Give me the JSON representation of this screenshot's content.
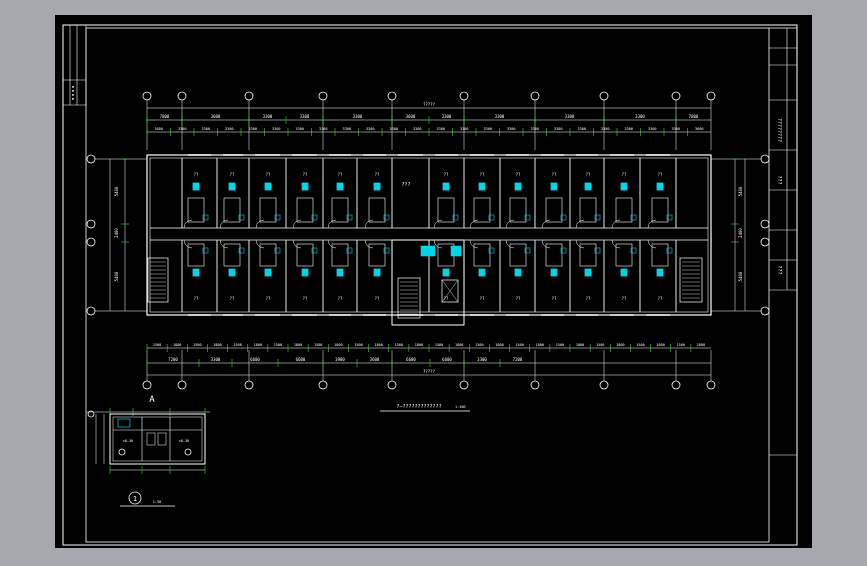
{
  "colors": {
    "background": "#a6a8ad",
    "sheet": "#000000",
    "lines": "#ffffff",
    "dimension": "#3fd43f",
    "fixture": "#00d6e6"
  },
  "drawing": {
    "plan_title": "?−?????????????",
    "plan_scale": "1:100",
    "section_mark": "A",
    "detail_number": "1",
    "detail_scale": "1:50",
    "overall_top": "?????",
    "overall_bottom": "?????",
    "top_spans": [
      "7800",
      "3600",
      "3300",
      "3300",
      "3300",
      "3600",
      "3300",
      "3300",
      "3300",
      "3300",
      "7800"
    ],
    "top_small_dims": [
      "3600",
      "3300",
      "3300",
      "3300",
      "3300",
      "3300",
      "3300",
      "3300",
      "3300",
      "3300",
      "3300",
      "3300",
      "3300",
      "3300",
      "3300",
      "3300",
      "3300",
      "3300",
      "3300",
      "3300",
      "3300",
      "3300",
      "3300",
      "3600"
    ],
    "bottom_small_dims": [
      "1500",
      "1800",
      "1500",
      "1800",
      "1500",
      "1800",
      "1500",
      "1800",
      "1500",
      "1800",
      "1500",
      "1800",
      "1500",
      "1800",
      "1500",
      "1800",
      "1500",
      "1800",
      "1500",
      "1800",
      "1500",
      "1800",
      "1500",
      "1800",
      "1500",
      "1800",
      "1500",
      "1800"
    ],
    "bottom_spans": [
      "7200",
      "3300",
      "6600",
      "6600",
      "3900",
      "3600",
      "6600",
      "6600",
      "3300",
      "7200"
    ],
    "left_dims": [
      "5400",
      "2400",
      "5400"
    ],
    "right_dims": [
      "5400",
      "2400",
      "5400"
    ],
    "room_label": "???",
    "detail_labels": [
      "±0.30",
      "±0.30"
    ],
    "title_block_text": [
      "????????",
      "???",
      "???"
    ]
  }
}
